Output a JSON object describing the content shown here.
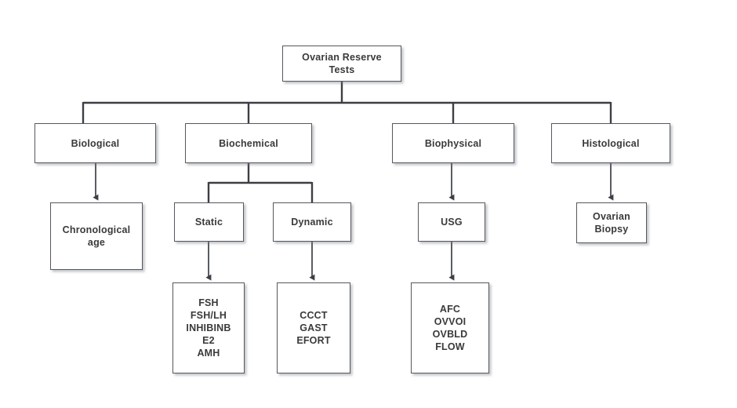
{
  "diagram": {
    "title": "Ovarian Reserve Tests",
    "type": "hierarchical-tree-flowchart",
    "background_color": "#ffffff",
    "box_fill_color": "#ffffff",
    "box_border_color": "#55585e",
    "text_color": "#3a3a3a",
    "connector_color": "#3c3f45"
  },
  "nodes": {
    "root": {
      "label": "Ovarian Reserve\nTests"
    },
    "biological": {
      "label": "Biological"
    },
    "biochemical": {
      "label": "Biochemical"
    },
    "biophysical": {
      "label": "Biophysical"
    },
    "histological": {
      "label": "Histological"
    },
    "chronological": {
      "label": "Chronological\nage"
    },
    "static": {
      "label": "Static"
    },
    "dynamic": {
      "label": "Dynamic"
    },
    "usg": {
      "label": "USG"
    },
    "biopsy": {
      "label": "Ovarian\nBiopsy"
    },
    "static_list": {
      "label": "FSH\nFSH/LH\nINHIBINB\nE2\nAMH"
    },
    "dynamic_list": {
      "label": "CCCT\nGAST\nEFORT"
    },
    "usg_list": {
      "label": "AFC\nOVVOI\nOVBLD\nFLOW"
    }
  },
  "edges": [
    {
      "from": "root",
      "to": "biological",
      "arrow": false
    },
    {
      "from": "root",
      "to": "biochemical",
      "arrow": false
    },
    {
      "from": "root",
      "to": "biophysical",
      "arrow": false
    },
    {
      "from": "root",
      "to": "histological",
      "arrow": false
    },
    {
      "from": "biological",
      "to": "chronological",
      "arrow": true
    },
    {
      "from": "biochemical",
      "to": "static",
      "arrow": false
    },
    {
      "from": "biochemical",
      "to": "dynamic",
      "arrow": false
    },
    {
      "from": "biophysical",
      "to": "usg",
      "arrow": true
    },
    {
      "from": "histological",
      "to": "biopsy",
      "arrow": true
    },
    {
      "from": "static",
      "to": "static_list",
      "arrow": true
    },
    {
      "from": "dynamic",
      "to": "dynamic_list",
      "arrow": true
    },
    {
      "from": "usg",
      "to": "usg_list",
      "arrow": true
    }
  ]
}
